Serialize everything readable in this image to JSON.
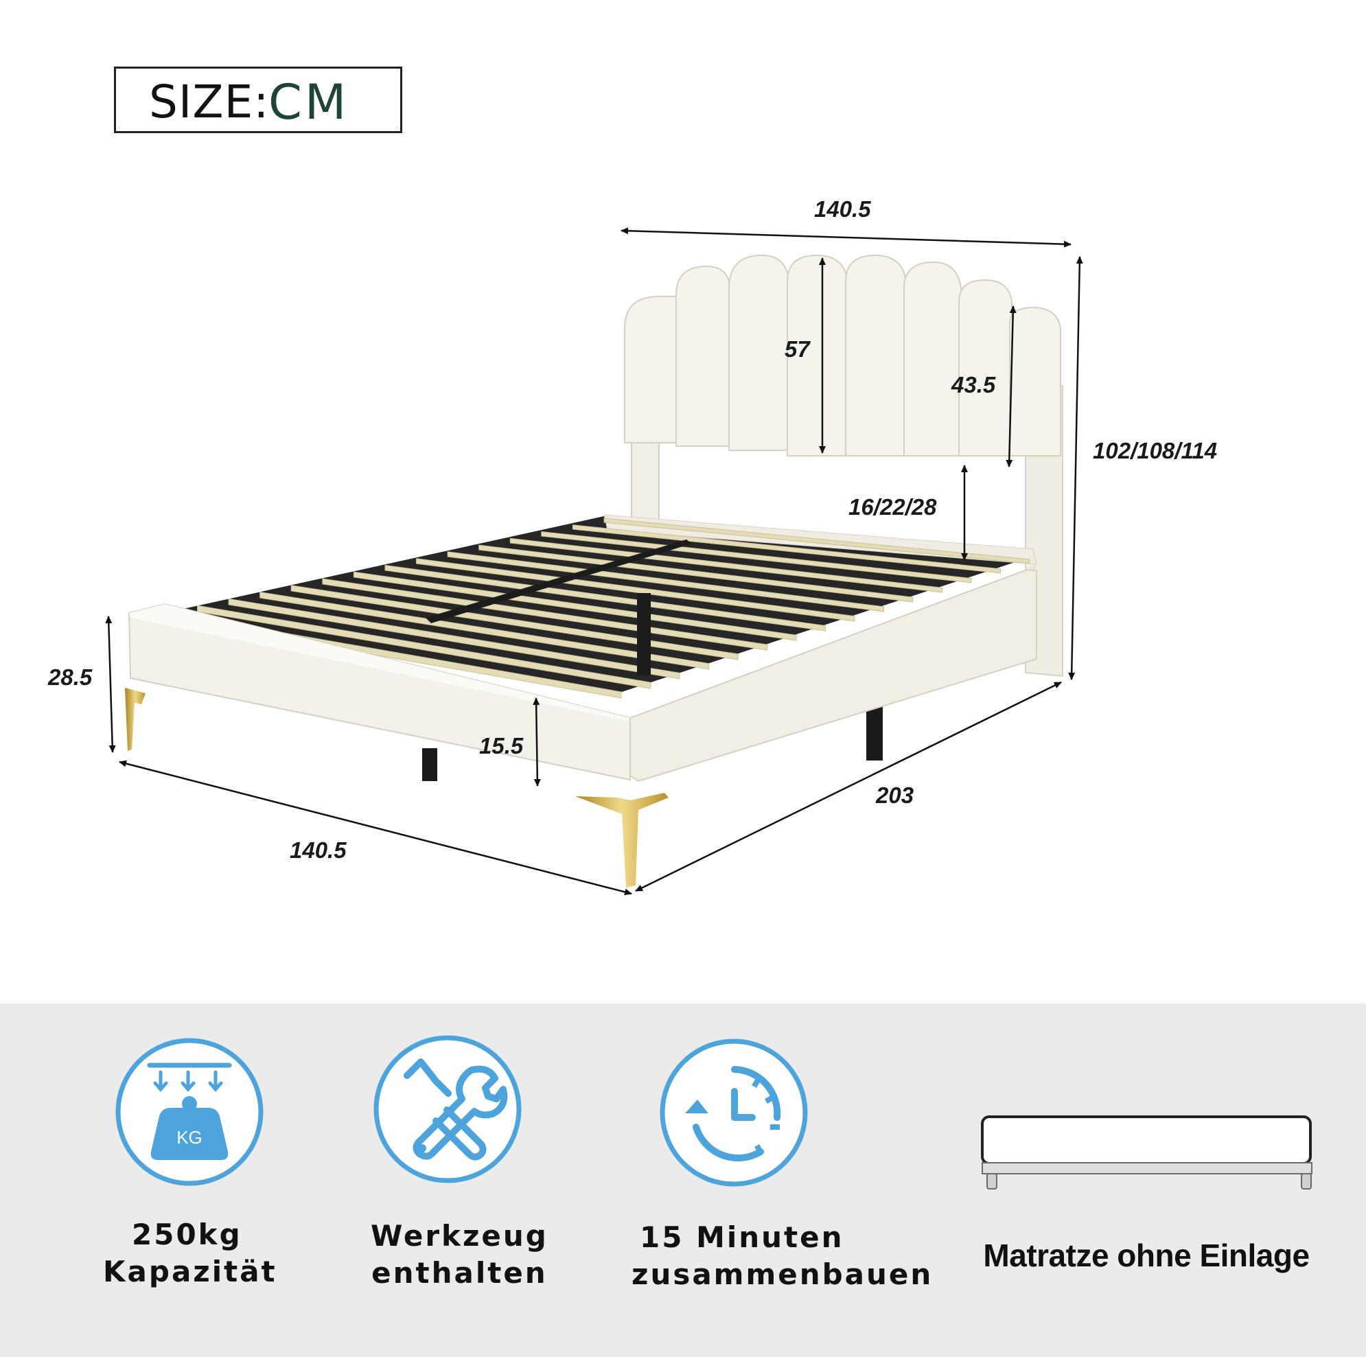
{
  "header": {
    "size_label": "SIZE:",
    "unit": "CM"
  },
  "dimensions": {
    "top_width": "140.5",
    "headboard_center_height": "57",
    "headboard_side_height": "43.5",
    "headboard_gap": "16/22/28",
    "total_height": "102/108/114",
    "frame_height": "28.5",
    "leg_clearance": "15.5",
    "front_width": "140.5",
    "length": "203"
  },
  "features": [
    {
      "line1": "250kg",
      "line2": "Kapazität",
      "icon": "weight-capacity-icon",
      "icon_text": "KG"
    },
    {
      "line1": "Werkzeug",
      "line2": "enthalten",
      "icon": "tools-icon"
    },
    {
      "line1": "15 Minuten",
      "line2": "zusammenbauen",
      "icon": "clock-icon"
    },
    {
      "line1": "Matratze ohne Einlage",
      "icon": "mattress-icon"
    }
  ],
  "colors": {
    "icon_blue": "#4da3dc",
    "upholstery": "#f3f1ea",
    "slat": "#e3dcb7",
    "gold_leg": "#c9a642",
    "panel_bg": "#ebebeb",
    "unit_green": "#1e4433"
  }
}
